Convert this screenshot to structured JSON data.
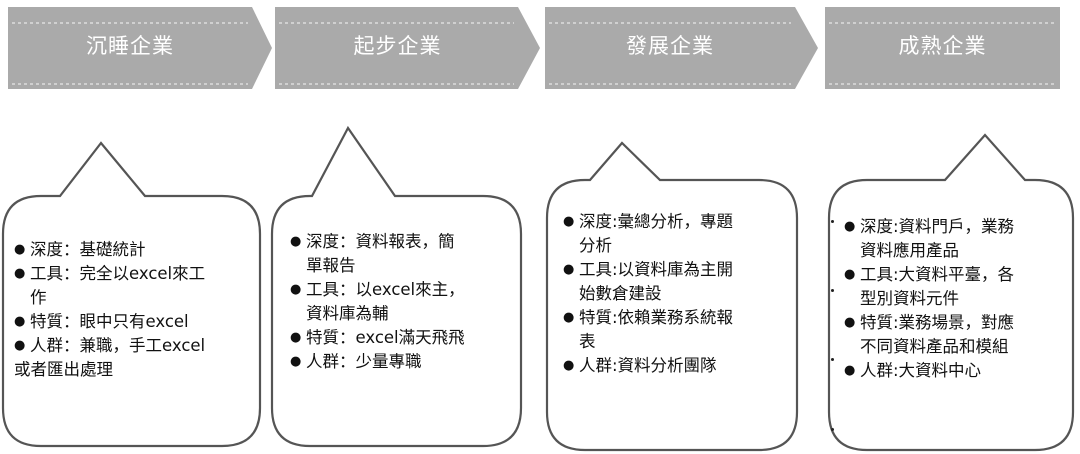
{
  "colors": {
    "arrow_fill": "#aaaaaa",
    "arrow_dash": "#e8e8e8",
    "card_border": "#555555",
    "card_fill": "#ffffff",
    "text": "#111111"
  },
  "stages": [
    {
      "title": "沉睡企業",
      "items": [
        {
          "bullet": "●",
          "lines": [
            "深度：基礎統計"
          ]
        },
        {
          "bullet": "●",
          "lines": [
            "工具：完全以excel來工",
            "作"
          ]
        },
        {
          "bullet": "●",
          "lines": [
            "特質：眼中只有excel"
          ]
        },
        {
          "bullet": "●",
          "lines": [
            "人群：兼職，手工excel"
          ]
        },
        {
          "bullet": "",
          "lines": [
            "或者匯出處理"
          ]
        }
      ]
    },
    {
      "title": "起步企業",
      "items": [
        {
          "bullet": "●",
          "lines": [
            "深度：資料報表，簡",
            "單報告"
          ]
        },
        {
          "bullet": "●",
          "lines": [
            "工具：以excel來主，",
            "資料庫為輔"
          ]
        },
        {
          "bullet": "●",
          "lines": [
            "特質：excel滿天飛飛"
          ]
        },
        {
          "bullet": "●",
          "lines": [
            "人群：少量專職"
          ]
        }
      ]
    },
    {
      "title": "發展企業",
      "items": [
        {
          "bullet": "●",
          "lines": [
            "深度:彙總分析，專題",
            "分析"
          ]
        },
        {
          "bullet": "●",
          "lines": [
            "工具:以資料庫為主開",
            "始數倉建設"
          ]
        },
        {
          "bullet": "●",
          "lines": [
            "特質:依賴業務系統報",
            "表"
          ]
        },
        {
          "bullet": "●",
          "lines": [
            "人群:資料分析團隊"
          ]
        }
      ]
    },
    {
      "title": "成熟企業",
      "items": [
        {
          "bullet": "●",
          "lines": [
            "深度:資料門戶，業務",
            "資料應用產品"
          ]
        },
        {
          "bullet": "●",
          "lines": [
            "工具:大資料平臺，各",
            "型別資料元件"
          ]
        },
        {
          "bullet": "●",
          "lines": [
            "特質:業務場景，對應",
            "不同資料產品和模組"
          ]
        },
        {
          "bullet": "●",
          "lines": [
            "人群:大資料中心"
          ]
        }
      ]
    }
  ]
}
